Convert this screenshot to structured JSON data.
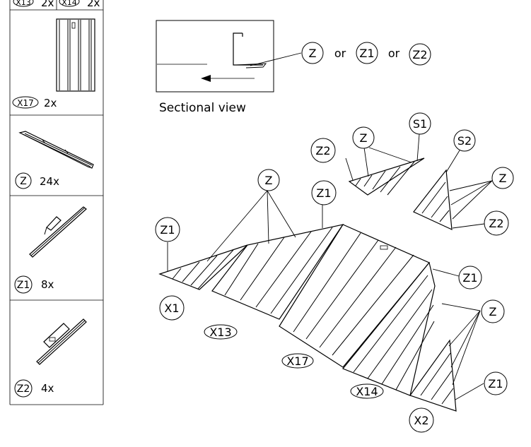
{
  "parts_list": [
    {
      "code": "X13",
      "qty": "2x"
    },
    {
      "code": "X14",
      "qty": "2x"
    },
    {
      "code": "X17",
      "qty": "2x"
    },
    {
      "code": "Z",
      "qty": "24x"
    },
    {
      "code": "Z1",
      "qty": "8x"
    },
    {
      "code": "Z2",
      "qty": "4x"
    }
  ],
  "sectional_view": {
    "caption": "Sectional view",
    "callouts": [
      "Z",
      "Z1",
      "Z2"
    ],
    "or_label": "or"
  },
  "assembly_callouts": {
    "S1": "S1",
    "S2": "S2",
    "Z": "Z",
    "Z1": "Z1",
    "Z2": "Z2",
    "X1": "X1",
    "X2": "X2",
    "X13": "X13",
    "X14": "X14",
    "X17": "X17"
  }
}
